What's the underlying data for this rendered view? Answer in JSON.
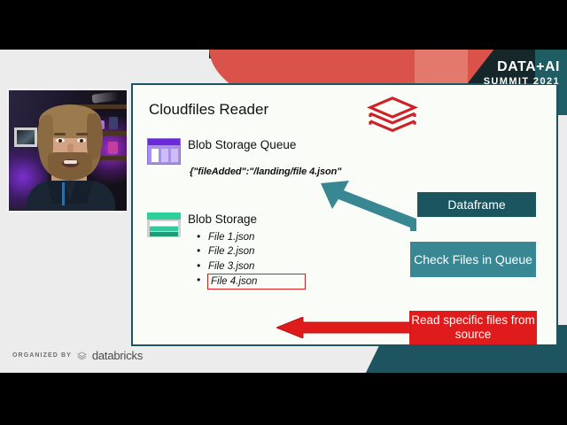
{
  "branding": {
    "summit_title": "DATA+AI",
    "summit_subtitle": "SUMMIT 2021",
    "organized_by_label": "ORGANIZED BY",
    "organized_by_name": "databricks",
    "logo_icon": "databricks-stacked-layers-icon"
  },
  "slide": {
    "title": "Cloudfiles Reader",
    "nodes": {
      "queue": {
        "label": "Blob Storage Queue",
        "icon": "blob-storage-queue-icon",
        "message": "{\"fileAdded\":\"/landing/file 4.json\""
      },
      "storage": {
        "label": "Blob Storage",
        "icon": "blob-storage-icon",
        "files": [
          {
            "name": "File 1.json",
            "highlighted": false
          },
          {
            "name": "File 2.json",
            "highlighted": false
          },
          {
            "name": "File 3.json",
            "highlighted": false
          },
          {
            "name": "File 4.json",
            "highlighted": true
          }
        ]
      }
    },
    "callouts": {
      "dataframe": "Dataframe",
      "check_files": "Check Files in Queue",
      "read_files": "Read specific files from source"
    },
    "arrows": {
      "teal_arrow": "check-files-to-queue-arrow",
      "red_arrow": "read-files-to-file4-arrow"
    }
  },
  "colors": {
    "brand_red": "#d9534a",
    "accent_red": "#e01b1b",
    "dark_teal": "#1b5560",
    "mid_teal": "#3a8794",
    "panel_border": "#1d5460",
    "queue_purple": "#6d28d9",
    "storage_green": "#2ecf9b",
    "dark_charcoal": "#16272a",
    "panel_bg": "#fafcf8",
    "slide_bg": "#ececec"
  },
  "webcam": {
    "label": "presenter-webcam-feed"
  }
}
